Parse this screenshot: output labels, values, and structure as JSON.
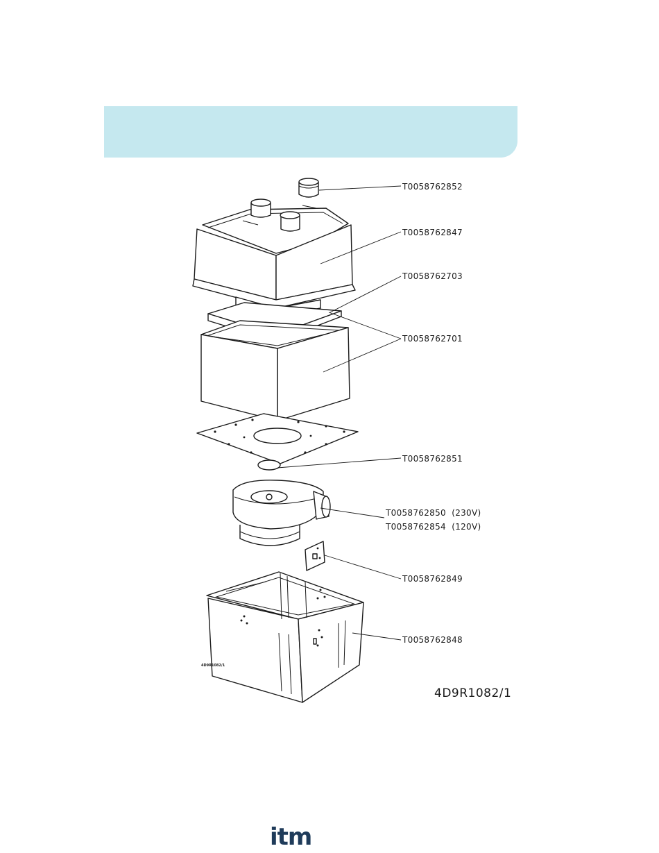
{
  "diagram": {
    "part_numbers": {
      "cap": "T0058762852",
      "top_cover": "T0058762847",
      "filter_plate": "T0058762703",
      "filter_block": "T0058762701",
      "gasket": "T0058762851",
      "fan_230v": "T0058762850  (230V)",
      "fan_120v": "T0058762854  (120V)",
      "circuit_board": "T0058762849",
      "base_housing": "T0058762848"
    },
    "drawing_id": "4D9R1082/1",
    "small_drawing_id": "4D9R1082/1"
  },
  "footer": {
    "logo_text": "itm"
  },
  "colors": {
    "header_band": "#c5e8ef",
    "line": "#1a1a1a",
    "logo": "#1f3b5a"
  }
}
